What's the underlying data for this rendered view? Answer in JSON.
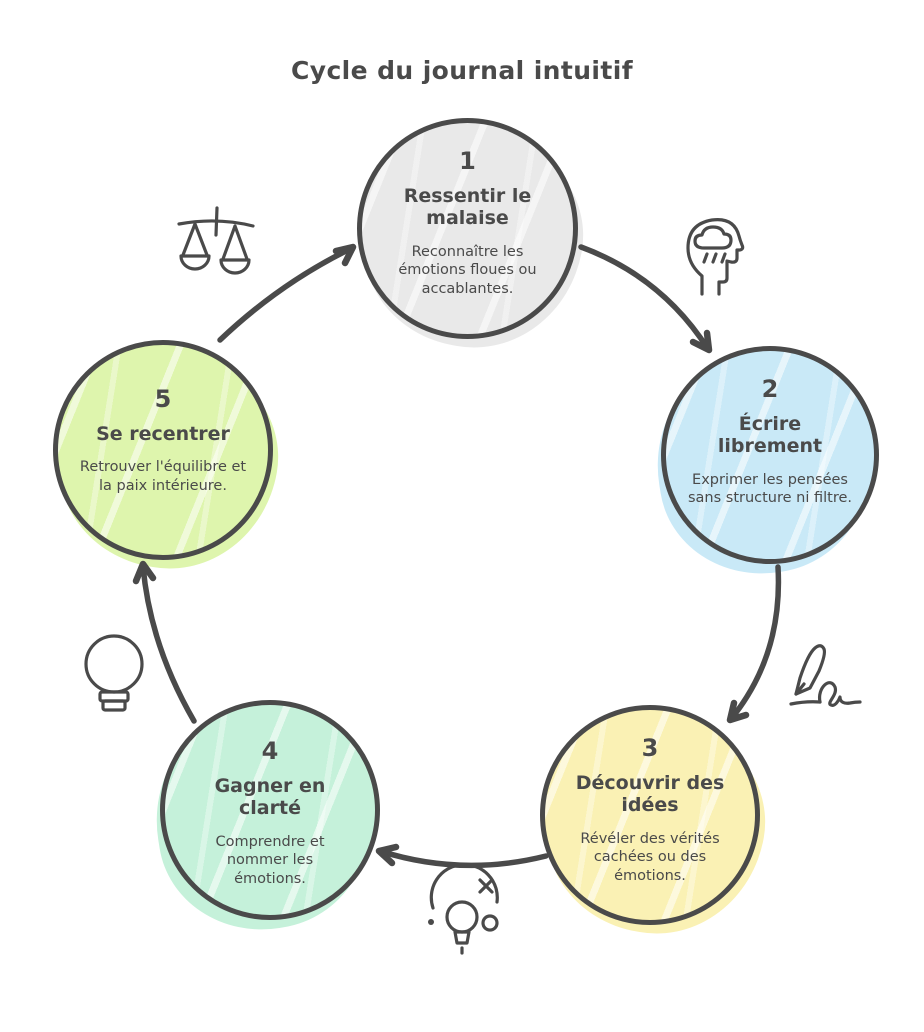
{
  "title": "Cycle du journal intuitif",
  "colors": {
    "ink": "#4a4a4a",
    "background": "#ffffff"
  },
  "steps": [
    {
      "number": "1",
      "title": "Ressentir le malaise",
      "description": "Reconnaître les émotions floues ou accablantes.",
      "fill": "#e9e9e9"
    },
    {
      "number": "2",
      "title": "Écrire librement",
      "description": "Exprimer les pensées sans structure ni filtre.",
      "fill": "#c9e9f7"
    },
    {
      "number": "3",
      "title": "Découvrir des idées",
      "description": "Révéler des vérités cachées ou des émotions.",
      "fill": "#faf1b4"
    },
    {
      "number": "4",
      "title": "Gagner en clarté",
      "description": "Comprendre et nommer les émotions.",
      "fill": "#c5f1da"
    },
    {
      "number": "5",
      "title": "Se recentrer",
      "description": "Retrouver l'équilibre et la paix intérieure.",
      "fill": "#def5ad"
    }
  ],
  "icons": {
    "between_5_and_1": "scales-icon",
    "between_1_and_2": "head-rain-icon",
    "between_2_and_3": "pen-signature-icon",
    "between_3_and_4": "idea-process-icon",
    "between_4_and_5": "lightbulb-icon"
  }
}
